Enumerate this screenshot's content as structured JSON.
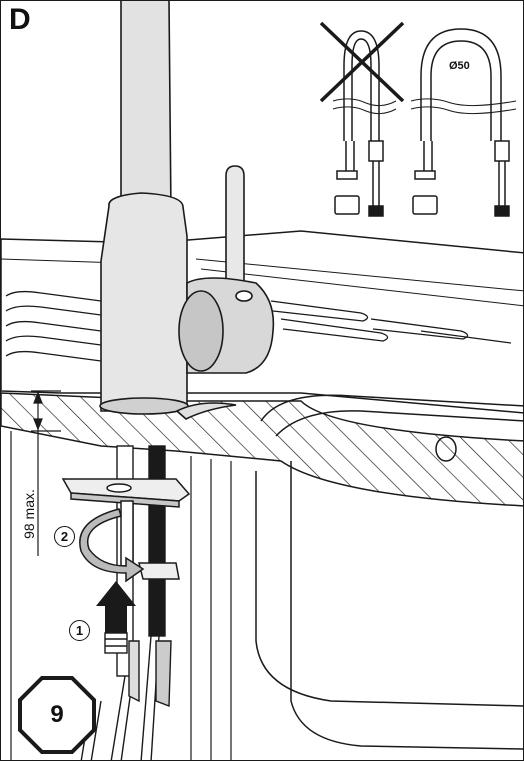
{
  "section_letter": "D",
  "hose_diameter_label": "Ø50",
  "max_height_label": "98 max.",
  "step_markers": {
    "rotate": "2",
    "push": "1"
  },
  "step_badge": "9",
  "colors": {
    "line": "#1a1a1a",
    "fill_light": "#e4e4e4",
    "fill_mid": "#c9c9c9",
    "background": "#ffffff"
  }
}
